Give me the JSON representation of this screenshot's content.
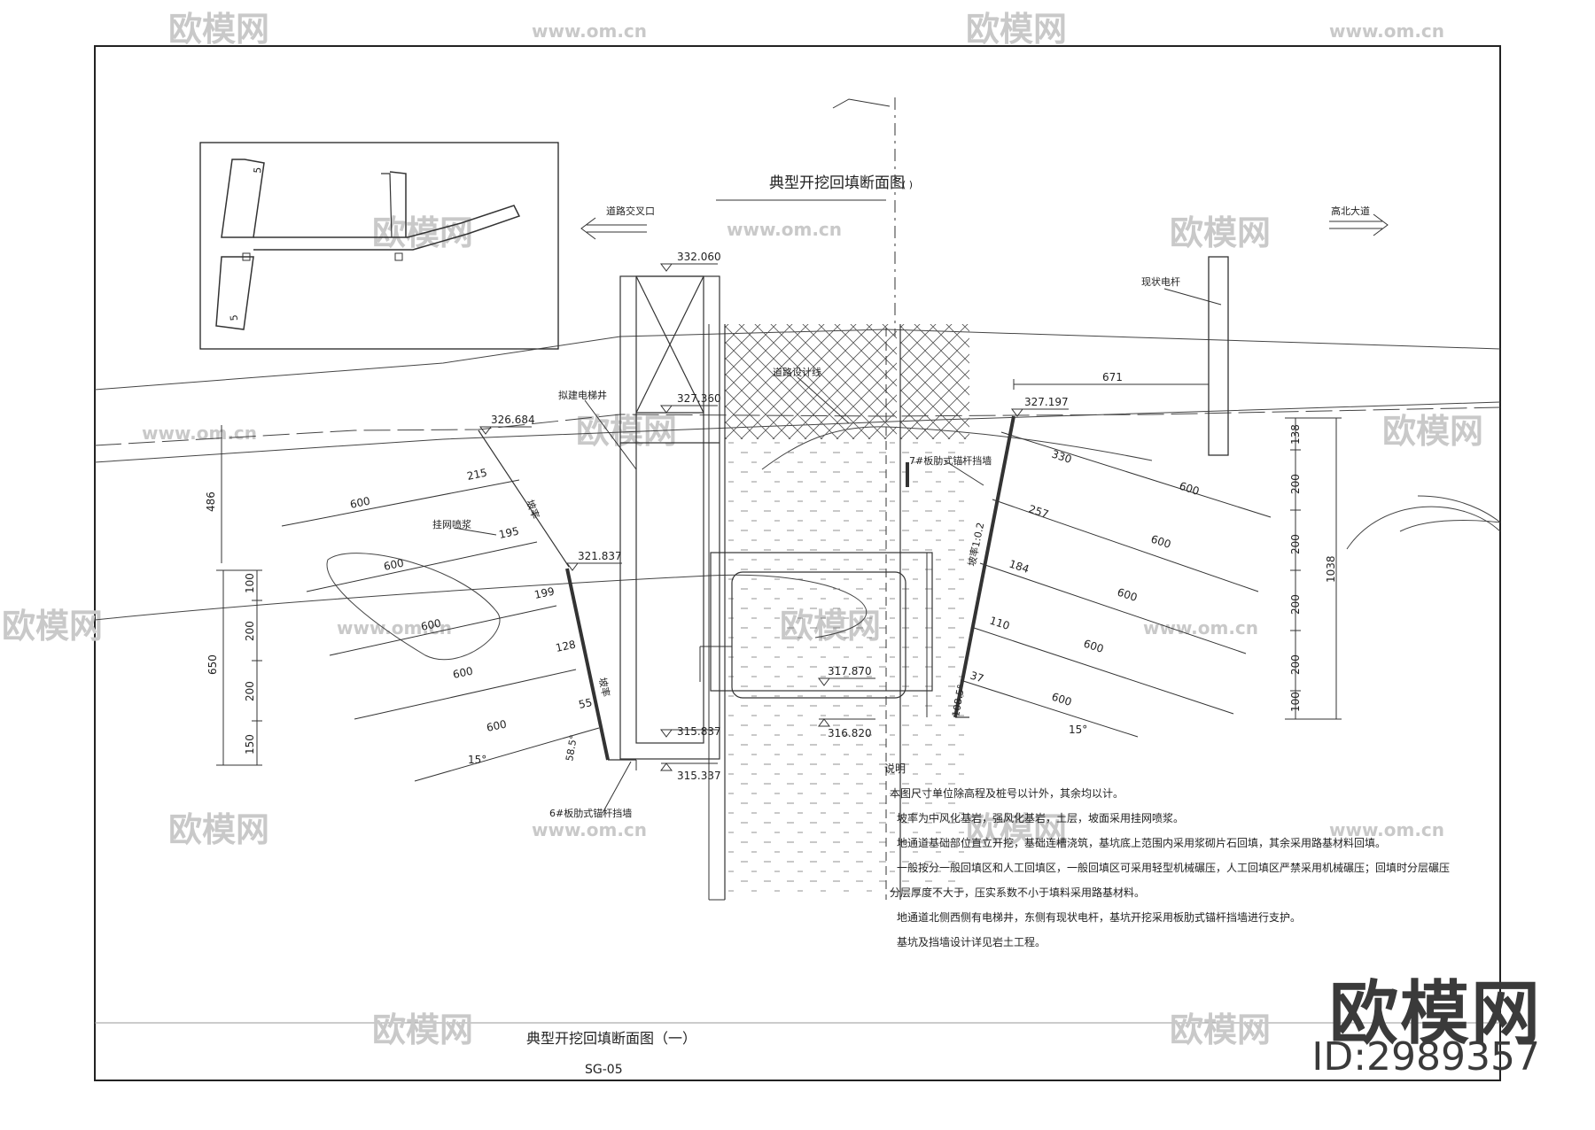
{
  "title": "典型开挖回填断面图",
  "title_suffix": "( )",
  "sheet_title": "典型开挖回填断面图（一）",
  "sheet_no": "SG-05",
  "direction_left": "道路交叉口",
  "direction_right": "高北大道",
  "labels": {
    "elevator_shaft": "拟建电梯井",
    "road_design_line": "道路设计线",
    "existing_pole": "现状电杆",
    "mesh_shotcrete": "挂网喷浆",
    "wall_left": "6#板肋式锚杆挡墙",
    "wall_right": "7#板肋式锚杆挡墙",
    "slope_ratio": "坡率1:0.2",
    "slope_left_a": "坡率",
    "slope_left_b": "坡率"
  },
  "elevations": {
    "e1": "332.060",
    "e2": "327.360",
    "e3": "326.684",
    "e4": "327.197",
    "e5": "321.837",
    "e6": "317.870",
    "e7": "316.820",
    "e8": "315.837",
    "e9": "315.337"
  },
  "left_anchors": {
    "lengths": [
      "600",
      "600",
      "600",
      "600",
      "600"
    ],
    "offsets": [
      "215",
      "195",
      "199",
      "128",
      "55"
    ],
    "angle": "15°",
    "base_angle": "58.5°"
  },
  "right_anchors": {
    "lengths": [
      "600",
      "600",
      "600",
      "600",
      "600"
    ],
    "offsets": [
      "330",
      "257",
      "184",
      "110",
      "37"
    ],
    "angle": "15°",
    "base_angle": "108.5°",
    "distance_to_pole": "671"
  },
  "left_dims": {
    "top": "486",
    "total": "650",
    "parts": [
      "100",
      "200",
      "200",
      "150"
    ]
  },
  "right_dims": {
    "total": "1038",
    "parts": [
      "138",
      "200",
      "200",
      "200",
      "200",
      "100"
    ]
  },
  "inset_marks": [
    "5",
    "5"
  ],
  "notes": {
    "heading": "说明",
    "lines": [
      "本图尺寸单位除高程及桩号以计外，其余均以计。",
      "坡率为中风化基岩，强风化基岩，土层，坡面采用挂网喷浆。",
      "地通道基础部位直立开挖，基础连槽浇筑，基坑底上范围内采用浆砌片石回填，其余采用路基材料回填。",
      "一般按分一般回填区和人工回填区，一般回填区可采用轻型机械碾压，人工回填区严禁采用机械碾压；回填时分层碾压",
      "分层厚度不大于，压实系数不小于填料采用路基材料。",
      "地通道北侧西侧有电梯井，东侧有现状电杆，基坑开挖采用板肋式锚杆挡墙进行支护。",
      "基坑及挡墙设计详见岩土工程。"
    ]
  },
  "watermark": {
    "brand": "欧模网",
    "url": "www.om.cn",
    "id": "ID:2989357"
  }
}
